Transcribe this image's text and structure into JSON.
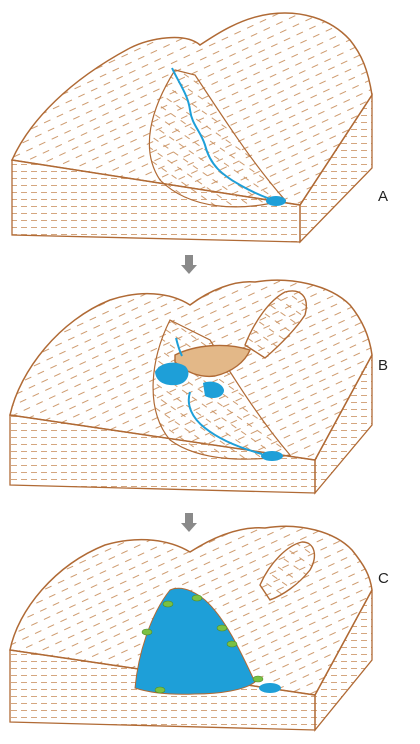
{
  "stages": [
    {
      "id": "A",
      "label": "A"
    },
    {
      "id": "B",
      "label": "B"
    },
    {
      "id": "C",
      "label": "C"
    }
  ],
  "colors": {
    "outline": "#b06a35",
    "hatch": "#c9905f",
    "water": "#1e9fd8",
    "vegetation": "#7ac143",
    "arrow": "#8a8a8a"
  },
  "icons": [
    "down-arrow-icon",
    "down-arrow-icon"
  ]
}
